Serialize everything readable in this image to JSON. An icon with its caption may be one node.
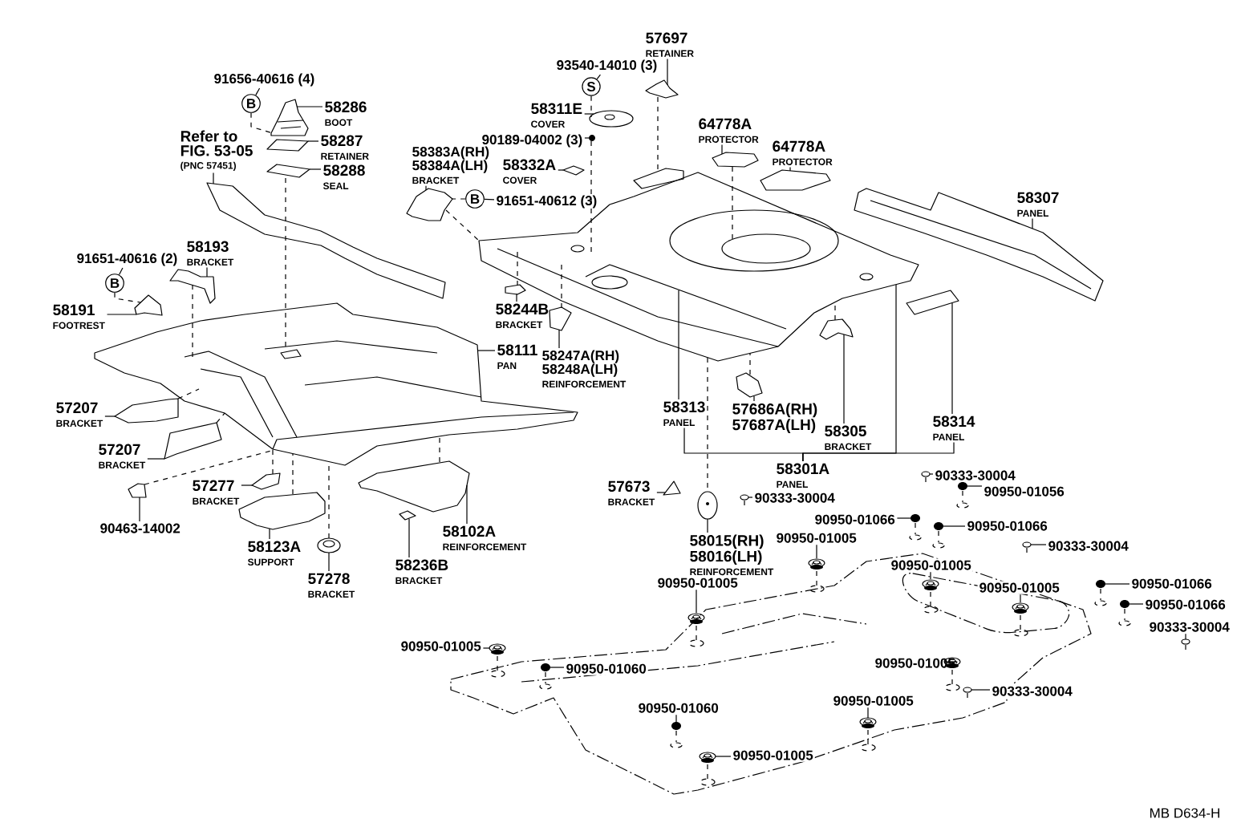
{
  "diagram": {
    "nodes": [
      {
        "text": [
          "91656-40616 (4)"
        ]
      },
      {
        "text": [
          "B"
        ]
      },
      {
        "text": [
          "58286",
          "BOOT"
        ]
      },
      {
        "text": [
          "58287",
          "RETAINER"
        ]
      },
      {
        "text": [
          "58288",
          "SEAL"
        ]
      },
      {
        "text": [
          "Refer to FIG. 53-05",
          "(PNC 57451)"
        ]
      },
      {
        "text": [
          "58193",
          "BRACKET"
        ]
      },
      {
        "text": [
          "91651-40616 (2)"
        ]
      },
      {
        "text": [
          "B"
        ]
      },
      {
        "text": [
          "58191",
          "FOOTREST"
        ]
      },
      {
        "text": [
          "58111",
          "PAN"
        ]
      },
      {
        "text": [
          "57207",
          "BRACKET"
        ]
      },
      {
        "text": [
          "57207",
          "BRACKET"
        ]
      },
      {
        "text": [
          "57277",
          "BRACKET"
        ]
      },
      {
        "text": [
          "90463-14002"
        ]
      },
      {
        "text": [
          "58123A",
          "SUPPORT"
        ]
      },
      {
        "text": [
          "57278",
          "BRACKET"
        ]
      },
      {
        "text": [
          "58236B",
          "BRACKET"
        ]
      },
      {
        "text": [
          "58102A",
          "REINFORCEMENT"
        ]
      },
      {
        "text": [
          "93540-14010 (3)"
        ]
      },
      {
        "text": [
          "S"
        ]
      },
      {
        "text": [
          "57697",
          "RETAINER"
        ]
      },
      {
        "text": [
          "58311E",
          "COVER"
        ]
      },
      {
        "text": [
          "90189-04002 (3)"
        ]
      },
      {
        "text": [
          "58383A(RH)",
          "58384A(LH)",
          "BRACKET"
        ]
      },
      {
        "text": [
          "58332A",
          "COVER"
        ]
      },
      {
        "text": [
          "B"
        ]
      },
      {
        "text": [
          "91651-40612 (3)"
        ]
      },
      {
        "text": [
          "58244B",
          "BRACKET"
        ]
      },
      {
        "text": [
          "58247A(RH)",
          "58248A(LH)",
          "REINFORCEMENT"
        ]
      },
      {
        "text": [
          "64778A",
          "PROTECTOR"
        ]
      },
      {
        "text": [
          "64778A",
          "PROTECTOR"
        ]
      },
      {
        "text": [
          "58307",
          "PANEL"
        ]
      },
      {
        "text": [
          "58313",
          "PANEL"
        ]
      },
      {
        "text": [
          "57686A(RH)",
          "57687A(LH)"
        ]
      },
      {
        "text": [
          "58305",
          "BRACKET"
        ]
      },
      {
        "text": [
          "58314",
          "PANEL"
        ]
      },
      {
        "text": [
          "58301A",
          "PANEL"
        ]
      },
      {
        "text": [
          "57673",
          "BRACKET"
        ]
      },
      {
        "text": [
          "58015(RH)",
          "58016(LH)",
          "REINFORCEMENT"
        ]
      },
      {
        "text": [
          "90333-30004"
        ]
      },
      {
        "text": [
          "90333-30004"
        ]
      },
      {
        "text": [
          "90950-01056"
        ]
      },
      {
        "text": [
          "90950-01066"
        ]
      },
      {
        "text": [
          "90950-01066"
        ]
      },
      {
        "text": [
          "90333-30004"
        ]
      },
      {
        "text": [
          "90950-01005"
        ]
      },
      {
        "text": [
          "90950-01005"
        ]
      },
      {
        "text": [
          "90950-01005"
        ]
      },
      {
        "text": [
          "90950-01066"
        ]
      },
      {
        "text": [
          "90950-01066"
        ]
      },
      {
        "text": [
          "90333-30004"
        ]
      },
      {
        "text": [
          "90950-01005"
        ]
      },
      {
        "text": [
          "90950-01005"
        ]
      },
      {
        "text": [
          "90950-01060"
        ]
      },
      {
        "text": [
          "90950-01005"
        ]
      },
      {
        "text": [
          "90333-30004"
        ]
      },
      {
        "text": [
          "90950-01060"
        ]
      },
      {
        "text": [
          "90950-01005"
        ]
      },
      {
        "text": [
          "90950-01005"
        ]
      },
      {
        "text": [],
        "shape": "picture"
      },
      {
        "text": [],
        "shape": "picture"
      },
      {
        "text": [],
        "shape": "picture"
      },
      {
        "text": [],
        "shape": "picture"
      },
      {
        "text": [],
        "shape": "picture"
      },
      {
        "text": [],
        "shape": "picture"
      },
      {
        "text": [],
        "shape": "picture"
      },
      {
        "text": [],
        "shape": "picture"
      },
      {
        "text": [],
        "shape": "picture"
      },
      {
        "text": [],
        "shape": "picture"
      },
      {
        "text": [],
        "shape": "picture"
      },
      {
        "text": [],
        "shape": "picture"
      },
      {
        "text": [],
        "shape": "picture"
      },
      {
        "text": [],
        "shape": "picture"
      },
      {
        "text": [],
        "shape": "picture"
      },
      {
        "text": [],
        "shape": "picture"
      },
      {
        "text": [],
        "shape": "picture"
      },
      {
        "text": [],
        "shape": "picture"
      },
      {
        "text": [],
        "shape": "picture"
      },
      {
        "text": [],
        "shape": "picture"
      },
      {
        "text": [],
        "shape": "picture"
      },
      {
        "text": [],
        "shape": "picture"
      },
      {
        "text": [],
        "shape": "picture"
      },
      {
        "text": [],
        "shape": "picture"
      },
      {
        "text": [],
        "shape": "picture"
      },
      {
        "text": [],
        "shape": "picture"
      },
      {
        "text": [],
        "shape": "picture"
      },
      {
        "text": [],
        "shape": "picture"
      },
      {
        "text": [],
        "shape": "picture"
      },
      {
        "text": [],
        "shape": "picture"
      },
      {
        "text": [],
        "shape": "picture"
      },
      {
        "text": [],
        "shape": "picture"
      },
      {
        "text": [],
        "shape": "picture"
      },
      {
        "text": [],
        "shape": "picture"
      },
      {
        "text": [],
        "shape": "picture"
      },
      {
        "text": [],
        "shape": "picture"
      },
      {
        "text": [],
        "shape": "picture"
      },
      {
        "text": [],
        "shape": "picture"
      },
      {
        "text": [],
        "shape": "picture"
      },
      {
        "text": [],
        "shape": "picture"
      },
      {
        "text": [],
        "shape": "picture"
      },
      {
        "text": [],
        "shape": "picture"
      },
      {
        "text": [],
        "shape": "picture"
      },
      {
        "text": [],
        "shape": "picture"
      },
      {
        "text": [],
        "shape": "picture"
      },
      {
        "text": [],
        "shape": "picture"
      },
      {
        "text": [],
        "shape": "picture"
      },
      {
        "text": [],
        "shape": "picture"
      },
      {
        "text": [],
        "shape": "picture"
      },
      {
        "text": [],
        "shape": "picture"
      },
      {
        "text": [],
        "shape": "picture"
      }
    ],
    "edges": [
      {
        "from": 0,
        "to": 1,
        "arrow": "none"
      },
      {
        "from": 1,
        "to": 60,
        "arrow": "none",
        "style": "dashed"
      },
      {
        "from": 2,
        "to": 60,
        "arrow": "none"
      },
      {
        "from": 3,
        "to": 61,
        "arrow": "none"
      },
      {
        "from": 4,
        "to": 62,
        "arrow": "none"
      },
      {
        "from": 5,
        "to": 63,
        "arrow": "none"
      },
      {
        "from": 6,
        "to": 64,
        "arrow": "none"
      },
      {
        "from": 7,
        "to": 8,
        "arrow": "none"
      },
      {
        "from": 8,
        "to": 65,
        "arrow": "none",
        "style": "dashed"
      },
      {
        "from": 9,
        "to": 65,
        "arrow": "none"
      },
      {
        "from": 10,
        "to": 66,
        "arrow": "none"
      },
      {
        "from": 11,
        "to": 67,
        "arrow": "none"
      },
      {
        "from": 12,
        "to": 68,
        "arrow": "none"
      },
      {
        "from": 13,
        "to": 69,
        "arrow": "none"
      },
      {
        "from": 14,
        "to": 70,
        "arrow": "none"
      },
      {
        "from": 15,
        "to": 71,
        "arrow": "none"
      },
      {
        "from": 16,
        "to": 72,
        "arrow": "none"
      },
      {
        "from": 17,
        "to": 73,
        "arrow": "none"
      },
      {
        "from": 18,
        "to": 74,
        "arrow": "none"
      },
      {
        "from": 19,
        "to": 20,
        "arrow": "none"
      },
      {
        "from": 20,
        "to": 75,
        "arrow": "none",
        "style": "dashed"
      },
      {
        "from": 21,
        "to": 76,
        "arrow": "none"
      },
      {
        "from": 22,
        "to": 75,
        "arrow": "none"
      },
      {
        "from": 23,
        "to": 77,
        "arrow": "none"
      },
      {
        "from": 24,
        "to": 78,
        "arrow": "none"
      },
      {
        "from": 25,
        "to": 79,
        "arrow": "none"
      },
      {
        "from": 27,
        "to": 26,
        "arrow": "none"
      },
      {
        "from": 26,
        "to": 78,
        "arrow": "none",
        "style": "dashed"
      },
      {
        "from": 28,
        "to": 80,
        "arrow": "none"
      },
      {
        "from": 29,
        "to": 81,
        "arrow": "none"
      },
      {
        "from": 30,
        "to": 82,
        "arrow": "none"
      },
      {
        "from": 31,
        "to": 83,
        "arrow": "none"
      },
      {
        "from": 32,
        "to": 84,
        "arrow": "none"
      },
      {
        "from": 33,
        "to": 85,
        "arrow": "none"
      },
      {
        "from": 34,
        "to": 86,
        "arrow": "none"
      },
      {
        "from": 35,
        "to": 87,
        "arrow": "none"
      },
      {
        "from": 36,
        "to": 88,
        "arrow": "none"
      },
      {
        "from": 38,
        "to": 89,
        "arrow": "none"
      },
      {
        "from": 39,
        "to": 90,
        "arrow": "none"
      },
      {
        "from": 40,
        "to": 91,
        "arrow": "none"
      },
      {
        "from": 41,
        "to": 92,
        "arrow": "none"
      },
      {
        "from": 42,
        "to": 93,
        "arrow": "none"
      },
      {
        "from": 43,
        "to": 94,
        "arrow": "none"
      },
      {
        "from": 44,
        "to": 95,
        "arrow": "none"
      },
      {
        "from": 45,
        "to": 96,
        "arrow": "none"
      },
      {
        "from": 46,
        "to": 97,
        "arrow": "none"
      },
      {
        "from": 47,
        "to": 98,
        "arrow": "none"
      },
      {
        "from": 48,
        "to": 99,
        "arrow": "none"
      },
      {
        "from": 49,
        "to": 100,
        "arrow": "none"
      },
      {
        "from": 50,
        "to": 101,
        "arrow": "none"
      },
      {
        "from": 51,
        "to": 102,
        "arrow": "none"
      },
      {
        "from": 52,
        "to": 103,
        "arrow": "none"
      },
      {
        "from": 53,
        "to": 104,
        "arrow": "none"
      },
      {
        "from": 54,
        "to": 105,
        "arrow": "none"
      },
      {
        "from": 55,
        "to": 106,
        "arrow": "none"
      },
      {
        "from": 56,
        "to": 107,
        "arrow": "none"
      },
      {
        "from": 57,
        "to": 108,
        "arrow": "none"
      },
      {
        "from": 58,
        "to": 109,
        "arrow": "none"
      },
      {
        "from": 59,
        "to": 110,
        "arrow": "none"
      },
      {
        "from": 62,
        "to": 66,
        "arrow": "none",
        "style": "dashed"
      },
      {
        "from": 64,
        "to": 66,
        "arrow": "none",
        "style": "dashed"
      },
      {
        "from": 67,
        "to": 66,
        "arrow": "none",
        "style": "dashed"
      },
      {
        "from": 68,
        "to": 66,
        "arrow": "none",
        "style": "dashed"
      },
      {
        "from": 70,
        "to": 66,
        "arrow": "none",
        "style": "dashed"
      },
      {
        "from": 69,
        "to": 66,
        "arrow": "none",
        "style": "dashed"
      },
      {
        "from": 71,
        "to": 66,
        "arrow": "none",
        "style": "dashed"
      },
      {
        "from": 72,
        "to": 66,
        "arrow": "none",
        "style": "dashed"
      },
      {
        "from": 74,
        "to": 66,
        "arrow": "none",
        "style": "dashed"
      },
      {
        "from": 78,
        "to": 85,
        "arrow": "none",
        "style": "dashed"
      },
      {
        "from": 77,
        "to": 85,
        "arrow": "none",
        "style": "dashed"
      },
      {
        "from": 76,
        "to": 85,
        "arrow": "none",
        "style": "dashed"
      },
      {
        "from": 82,
        "to": 85,
        "arrow": "none",
        "style": "dashed"
      },
      {
        "from": 80,
        "to": 85,
        "arrow": "none",
        "style": "dashed"
      },
      {
        "from": 81,
        "to": 85,
        "arrow": "none",
        "style": "dashed"
      },
      {
        "from": 86,
        "to": 85,
        "arrow": "none",
        "style": "dashed"
      },
      {
        "from": 87,
        "to": 85,
        "arrow": "none",
        "style": "dashed"
      },
      {
        "from": 85,
        "to": 90,
        "arrow": "none",
        "style": "dashed"
      },
      {
        "from": 33,
        "to": 37,
        "arrow": "none"
      },
      {
        "from": 85,
        "to": 37,
        "arrow": "none"
      },
      {
        "from": 36,
        "to": 37,
        "arrow": "none"
      }
    ],
    "labels": [
      "MB D634-H"
    ]
  }
}
